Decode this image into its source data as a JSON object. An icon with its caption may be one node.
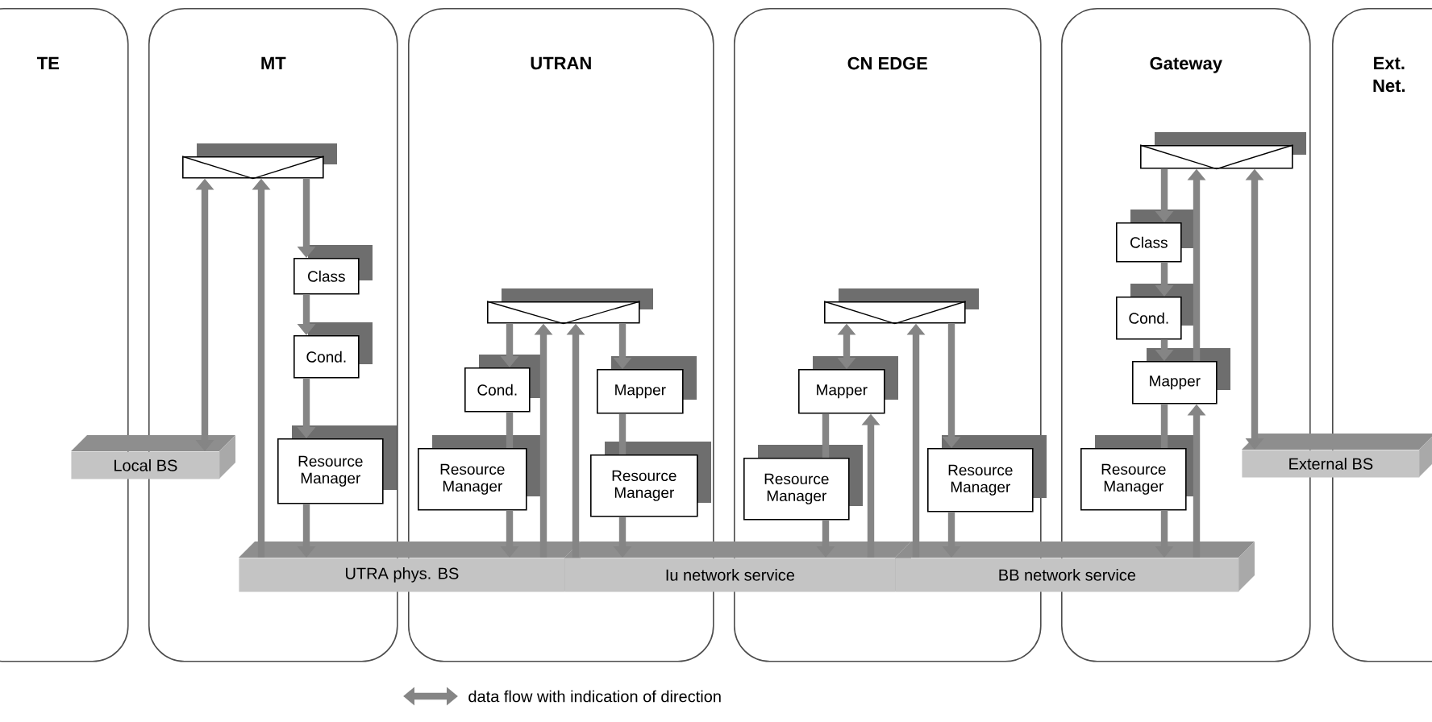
{
  "diagram": {
    "nodes": [
      {
        "text": [
          "TE"
        ]
      },
      {
        "text": [
          "MT"
        ]
      },
      {
        "text": [
          "UTRAN"
        ]
      },
      {
        "text": [
          "CN EDGE"
        ]
      },
      {
        "text": [
          "Gateway"
        ]
      },
      {
        "text": [
          "Ext. Net."
        ]
      },
      {
        "text": [],
        "shape": "box",
        "in": 1
      },
      {
        "text": [
          "Class"
        ],
        "in": 1
      },
      {
        "text": [
          "Cond."
        ],
        "in": 1
      },
      {
        "text": [
          "Resource Manager"
        ],
        "in": 1
      },
      {
        "text": [],
        "shape": "box",
        "in": 2
      },
      {
        "text": [
          "Cond."
        ],
        "in": 2
      },
      {
        "text": [
          "Mapper"
        ],
        "in": 2
      },
      {
        "text": [
          "Resource Manager"
        ],
        "in": 2
      },
      {
        "text": [
          "Resource Manager"
        ],
        "in": 2
      },
      {
        "text": [],
        "shape": "box",
        "in": 3
      },
      {
        "text": [
          "Mapper"
        ],
        "in": 3
      },
      {
        "text": [
          "Resource Manager"
        ],
        "in": 3
      },
      {
        "text": [
          "Resource Manager"
        ],
        "in": 3
      },
      {
        "text": [],
        "shape": "box",
        "in": 4
      },
      {
        "text": [
          "Class"
        ],
        "in": 4
      },
      {
        "text": [
          "Cond."
        ],
        "in": 4
      },
      {
        "text": [
          "Mapper"
        ],
        "in": 4
      },
      {
        "text": [
          "Resource Manager"
        ],
        "in": 4
      },
      {
        "text": [
          "Local BS"
        ]
      },
      {
        "text": [
          "External BS"
        ]
      },
      {
        "text": [
          "UTRA phys. BS"
        ]
      },
      {
        "text": [
          "Iu network service"
        ]
      },
      {
        "text": [
          "BB network service"
        ]
      }
    ],
    "edges": [
      {
        "from": 6,
        "to": 24,
        "arrow": "both"
      },
      {
        "from": 26,
        "to": 6,
        "arrow": "to"
      },
      {
        "from": 6,
        "to": 7,
        "arrow": "to"
      },
      {
        "from": 7,
        "to": 8,
        "arrow": "to"
      },
      {
        "from": 8,
        "to": 9,
        "arrow": "to"
      },
      {
        "from": 9,
        "to": 26,
        "arrow": "to"
      },
      {
        "from": 10,
        "to": 11,
        "arrow": "to"
      },
      {
        "from": 11,
        "to": 13,
        "arrow": "none"
      },
      {
        "from": 13,
        "to": 26,
        "arrow": "to"
      },
      {
        "from": 26,
        "to": 10,
        "arrow": "to"
      },
      {
        "from": 27,
        "to": 10,
        "arrow": "to"
      },
      {
        "from": 10,
        "to": 12,
        "arrow": "to"
      },
      {
        "from": 12,
        "to": 14,
        "arrow": "none"
      },
      {
        "from": 14,
        "to": 27,
        "arrow": "to"
      },
      {
        "from": 15,
        "to": 16,
        "arrow": "both"
      },
      {
        "from": 16,
        "to": 17,
        "arrow": "none"
      },
      {
        "from": 17,
        "to": 27,
        "arrow": "to"
      },
      {
        "from": 27,
        "to": 16,
        "arrow": "to"
      },
      {
        "from": 28,
        "to": 15,
        "arrow": "to"
      },
      {
        "from": 15,
        "to": 18,
        "arrow": "to"
      },
      {
        "from": 18,
        "to": 28,
        "arrow": "to"
      },
      {
        "from": 19,
        "to": 20,
        "arrow": "to"
      },
      {
        "from": 20,
        "to": 21,
        "arrow": "to"
      },
      {
        "from": 21,
        "to": 22,
        "arrow": "to"
      },
      {
        "from": 22,
        "to": 23,
        "arrow": "none"
      },
      {
        "from": 23,
        "to": 28,
        "arrow": "to"
      },
      {
        "from": 28,
        "to": 22,
        "arrow": "to"
      },
      {
        "from": 22,
        "to": 19,
        "arrow": "to"
      },
      {
        "from": 19,
        "to": 25,
        "arrow": "both"
      }
    ],
    "legend": [
      {
        "text": "data flow with indication of direction"
      }
    ]
  }
}
